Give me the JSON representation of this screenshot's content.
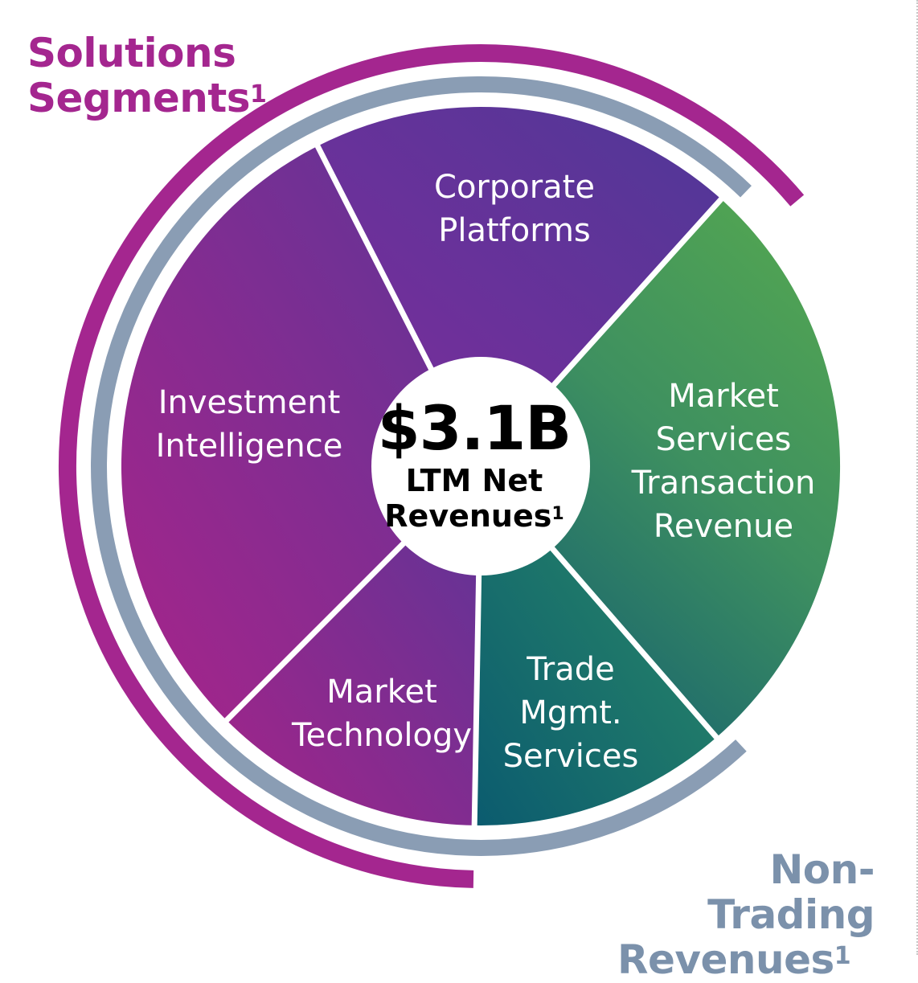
{
  "solutions_label": {
    "line1": "Solutions",
    "line2": "Segments",
    "footnote": "1"
  },
  "nontrading_label": {
    "line1": "Non-Trading",
    "line2": "Revenues",
    "footnote": "1"
  },
  "center": {
    "value": "$3.1B",
    "line1": "LTM Net",
    "line2": "Revenues",
    "footnote": "1"
  },
  "segments": [
    {
      "name": "Corporate Platforms",
      "lines": [
        "Corporate",
        "Platforms"
      ]
    },
    {
      "name": "Market Services Transaction Revenue",
      "lines": [
        "Market",
        "Services",
        "Transaction",
        "Revenue"
      ]
    },
    {
      "name": "Trade Mgmt. Services",
      "lines": [
        "Trade",
        "Mgmt.",
        "Services"
      ]
    },
    {
      "name": "Market Technology",
      "lines": [
        "Market",
        "Technology"
      ]
    },
    {
      "name": "Investment Intelligence",
      "lines": [
        "Investment",
        "Intelligence"
      ]
    }
  ],
  "colors": {
    "solutions_arc": "#a4268f",
    "nontrading_arc": "#8a9db4",
    "purple_light": "#7a2f9f",
    "purple_dark": "#5b3597",
    "magenta": "#a62487",
    "green_light": "#4fa35a",
    "green_dark": "#11606e"
  }
}
